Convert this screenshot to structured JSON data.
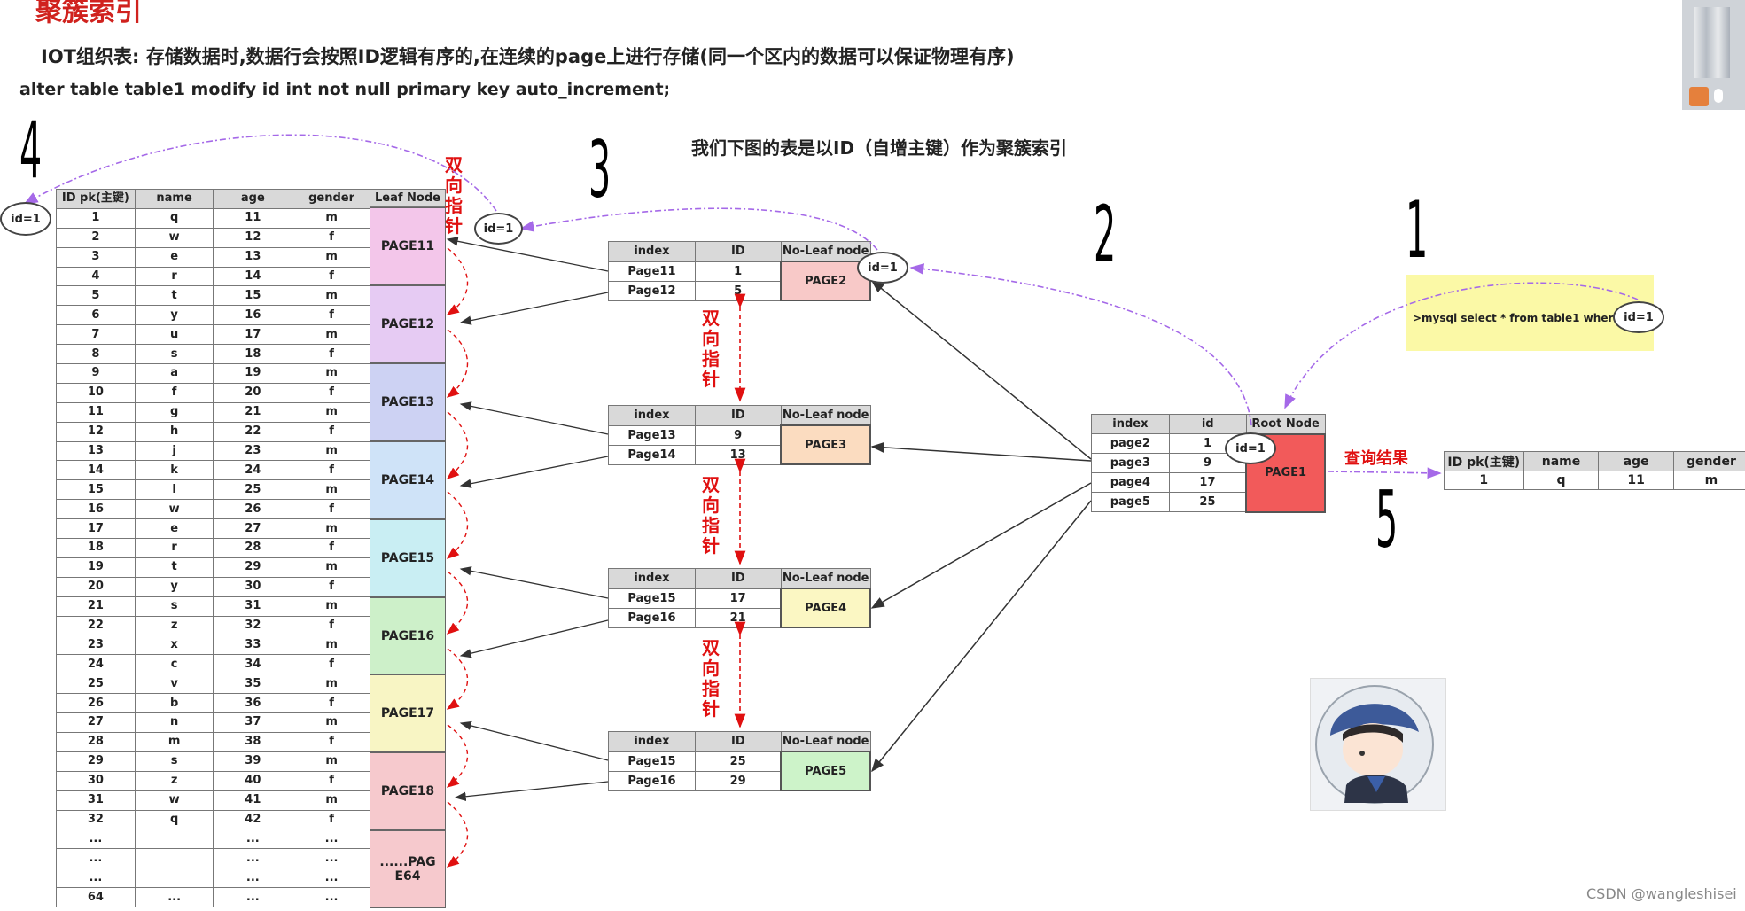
{
  "title": "聚簇索引",
  "subtitle": "IOT组织表: 存储数据时,数据行会按照ID逻辑有序的,在连续的page上进行存储(同一个区内的数据可以保证物理有序)",
  "sql": "alter table table1 modify  id int not null primary key auto_increment;",
  "note": "我们下图的表是以ID（自增主键）作为聚簇索引",
  "step_numbers": [
    "4",
    "3",
    "2",
    "1",
    "5"
  ],
  "double_pointer": [
    "双",
    "向",
    "指",
    "针"
  ],
  "query_result_label": "查询结果",
  "id_ovals": [
    "id=1",
    "id=1",
    "id=1",
    "id=1",
    "id=1"
  ],
  "sticky_query": ">mysql  select * from table1 where",
  "watermark": "CSDN @wangleshisei",
  "main_table": {
    "headers": [
      "ID pk(主键)",
      "name",
      "age",
      "gender"
    ],
    "leaf_header": "Leaf Node",
    "rows": [
      [
        "1",
        "q",
        "11",
        "m"
      ],
      [
        "2",
        "w",
        "12",
        "f"
      ],
      [
        "3",
        "e",
        "13",
        "m"
      ],
      [
        "4",
        "r",
        "14",
        "f"
      ],
      [
        "5",
        "t",
        "15",
        "m"
      ],
      [
        "6",
        "y",
        "16",
        "f"
      ],
      [
        "7",
        "u",
        "17",
        "m"
      ],
      [
        "8",
        "s",
        "18",
        "f"
      ],
      [
        "9",
        "a",
        "19",
        "m"
      ],
      [
        "10",
        "f",
        "20",
        "f"
      ],
      [
        "11",
        "g",
        "21",
        "m"
      ],
      [
        "12",
        "h",
        "22",
        "f"
      ],
      [
        "13",
        "j",
        "23",
        "m"
      ],
      [
        "14",
        "k",
        "24",
        "f"
      ],
      [
        "15",
        "l",
        "25",
        "m"
      ],
      [
        "16",
        "w",
        "26",
        "f"
      ],
      [
        "17",
        "e",
        "27",
        "m"
      ],
      [
        "18",
        "r",
        "28",
        "f"
      ],
      [
        "19",
        "t",
        "29",
        "m"
      ],
      [
        "20",
        "y",
        "30",
        "f"
      ],
      [
        "21",
        "s",
        "31",
        "m"
      ],
      [
        "22",
        "z",
        "32",
        "f"
      ],
      [
        "23",
        "x",
        "33",
        "m"
      ],
      [
        "24",
        "c",
        "34",
        "f"
      ],
      [
        "25",
        "v",
        "35",
        "m"
      ],
      [
        "26",
        "b",
        "36",
        "f"
      ],
      [
        "27",
        "n",
        "37",
        "m"
      ],
      [
        "28",
        "m",
        "38",
        "f"
      ],
      [
        "29",
        "s",
        "39",
        "m"
      ],
      [
        "30",
        "z",
        "40",
        "f"
      ],
      [
        "31",
        "w",
        "41",
        "m"
      ],
      [
        "32",
        "q",
        "42",
        "f"
      ],
      [
        "...",
        "",
        "...",
        "..."
      ],
      [
        "...",
        "",
        "...",
        "..."
      ],
      [
        "...",
        "",
        "...",
        "..."
      ],
      [
        "64",
        "...",
        "...",
        "..."
      ]
    ],
    "leaf_pages": [
      {
        "label": "PAGE11",
        "color": "#f3c6ea"
      },
      {
        "label": "PAGE12",
        "color": "#e6cbf3"
      },
      {
        "label": "PAGE13",
        "color": "#cdd2f3"
      },
      {
        "label": "PAGE14",
        "color": "#cfe3f8"
      },
      {
        "label": "PAGE15",
        "color": "#c9eef3"
      },
      {
        "label": "PAGE16",
        "color": "#cdf0c9"
      },
      {
        "label": "PAGE17",
        "color": "#f8f5c4"
      },
      {
        "label": "PAGE18",
        "color": "#f6c9cd"
      },
      {
        "label": "......PAGE64",
        "color": "#f6c9cd"
      }
    ]
  },
  "nonleaf_nodes": [
    {
      "headers": [
        "index",
        "ID",
        "No-Leaf node"
      ],
      "rows": [
        [
          "Page11",
          "1"
        ],
        [
          "Page12",
          "5"
        ]
      ],
      "page": "PAGE2",
      "color": "#f8c9c8"
    },
    {
      "headers": [
        "index",
        "ID",
        "No-Leaf node"
      ],
      "rows": [
        [
          "Page13",
          "9"
        ],
        [
          "Page14",
          "13"
        ]
      ],
      "page": "PAGE3",
      "color": "#fbdcc0"
    },
    {
      "headers": [
        "index",
        "ID",
        "No-Leaf node"
      ],
      "rows": [
        [
          "Page15",
          "17"
        ],
        [
          "Page16",
          "21"
        ]
      ],
      "page": "PAGE4",
      "color": "#fbf7c3"
    },
    {
      "headers": [
        "index",
        "ID",
        "No-Leaf node"
      ],
      "rows": [
        [
          "Page15",
          "25"
        ],
        [
          "Page16",
          "29"
        ]
      ],
      "page": "PAGE5",
      "color": "#cdf3c9"
    }
  ],
  "root_node": {
    "headers": [
      "index",
      "id",
      "Root Node"
    ],
    "rows": [
      [
        "page2",
        "1"
      ],
      [
        "page3",
        "9"
      ],
      [
        "page4",
        "17"
      ],
      [
        "page5",
        "25"
      ]
    ],
    "page": "PAGE1",
    "color": "#f25a5a"
  },
  "result_table": {
    "headers": [
      "ID pk(主键)",
      "name",
      "age",
      "gender"
    ],
    "rows": [
      [
        "1",
        "q",
        "11",
        "m"
      ]
    ]
  }
}
